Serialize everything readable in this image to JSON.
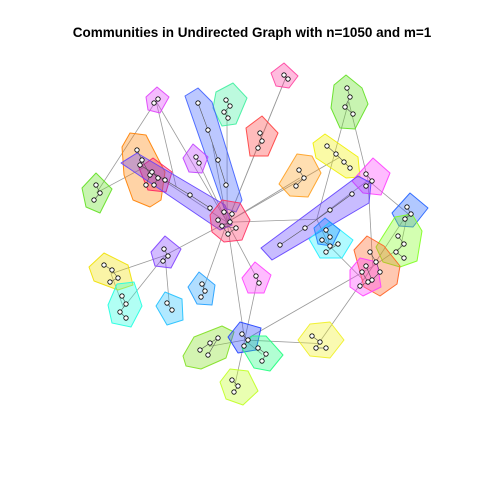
{
  "figure": {
    "title": "Communities in Undirected Graph with n=1050 and m=1"
  },
  "graph": {
    "edge_color": "#9a9a9a",
    "node_fill": "#ffffff",
    "node_stroke": "#000000",
    "hub_community": "pink-red-center",
    "communities": [
      {
        "name": "magenta-top-left",
        "color": "#e040fb"
      },
      {
        "name": "mint-top",
        "color": "#40f0a0"
      },
      {
        "name": "blue-elongated-top",
        "color": "#4060ff"
      },
      {
        "name": "pink-top-right",
        "color": "#ff40a0"
      },
      {
        "name": "green-top-right",
        "color": "#60e020"
      },
      {
        "name": "red-mid-top",
        "color": "#ff4040"
      },
      {
        "name": "yellow-right-top",
        "color": "#f0f000"
      },
      {
        "name": "orange-left",
        "color": "#ff8000"
      },
      {
        "name": "crimson-left",
        "color": "#ff2060"
      },
      {
        "name": "purple-left-elongated",
        "color": "#6040ff"
      },
      {
        "name": "green-far-left",
        "color": "#60e020"
      },
      {
        "name": "purple-small-mid",
        "color": "#c040ff"
      },
      {
        "name": "orange-right",
        "color": "#ffa020"
      },
      {
        "name": "magenta-right",
        "color": "#ff40ff"
      },
      {
        "name": "pink-red-center",
        "color": "#ff3060"
      },
      {
        "name": "purple-right-elongated",
        "color": "#6040ff"
      },
      {
        "name": "blue-right",
        "color": "#2060ff"
      },
      {
        "name": "cyan-center",
        "color": "#20f0ff"
      },
      {
        "name": "blue-center-right",
        "color": "#2080ff"
      },
      {
        "name": "green-right",
        "color": "#80ff20"
      },
      {
        "name": "purple-left-mid",
        "color": "#8040ff"
      },
      {
        "name": "yellow-left",
        "color": "#f0e000"
      },
      {
        "name": "cyan-left",
        "color": "#20ffe0"
      },
      {
        "name": "cyan-small",
        "color": "#20c0ff"
      },
      {
        "name": "blue-small-left",
        "color": "#20a0ff"
      },
      {
        "name": "magenta-small-center",
        "color": "#ff40ff"
      },
      {
        "name": "orange-lower-right",
        "color": "#ff6020"
      },
      {
        "name": "magenta-lower-right",
        "color": "#ff40ff"
      },
      {
        "name": "green-lower-left",
        "color": "#80e020"
      },
      {
        "name": "blue-lower-center",
        "color": "#2040ff"
      },
      {
        "name": "mint-lower",
        "color": "#20ff80"
      },
      {
        "name": "yellow-lower",
        "color": "#f0f020"
      },
      {
        "name": "lime-bottom",
        "color": "#c0ff20"
      }
    ]
  }
}
